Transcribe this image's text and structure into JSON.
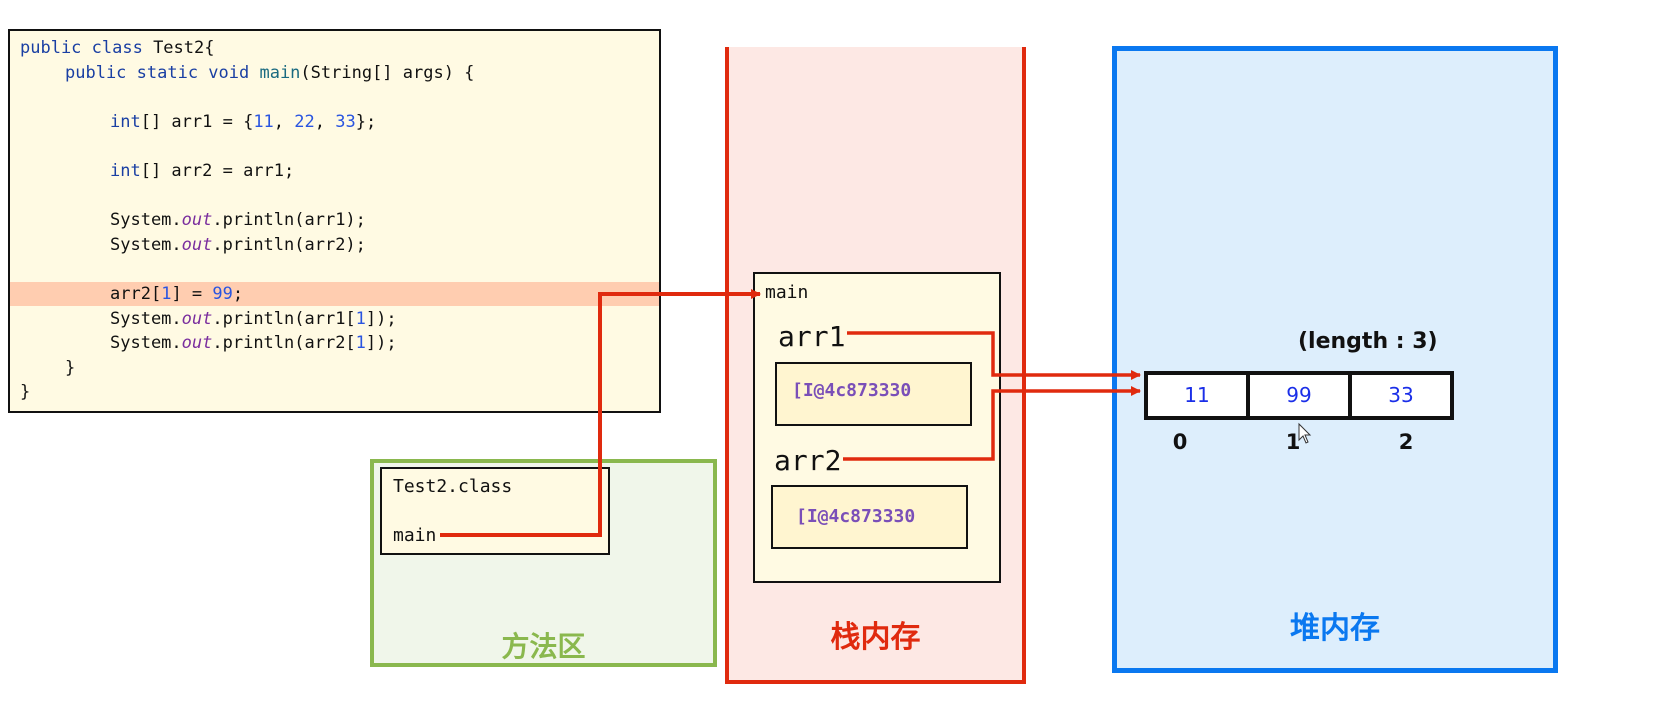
{
  "code": {
    "lines": [
      {
        "indent": 0,
        "tokens": [
          [
            "kw",
            "public class "
          ],
          [
            "",
            "Test2{"
          ]
        ]
      },
      {
        "indent": 1,
        "tokens": [
          [
            "kw",
            "public static void "
          ],
          [
            "fn",
            "main"
          ],
          [
            "",
            "(String[] args) {"
          ]
        ]
      },
      {
        "indent": 0,
        "tokens": []
      },
      {
        "indent": 2,
        "tokens": [
          [
            "kw",
            "int"
          ],
          [
            "",
            "[] arr1 = {"
          ],
          [
            "num",
            "11"
          ],
          [
            "",
            ", "
          ],
          [
            "num",
            "22"
          ],
          [
            "",
            ", "
          ],
          [
            "num",
            "33"
          ],
          [
            "",
            "};"
          ]
        ]
      },
      {
        "indent": 0,
        "tokens": []
      },
      {
        "indent": 2,
        "tokens": [
          [
            "kw",
            "int"
          ],
          [
            "",
            "[] arr2 = arr1;"
          ]
        ]
      },
      {
        "indent": 0,
        "tokens": []
      },
      {
        "indent": 2,
        "tokens": [
          [
            "",
            "System."
          ],
          [
            "fld",
            "out"
          ],
          [
            "",
            ".println(arr1);"
          ]
        ]
      },
      {
        "indent": 2,
        "tokens": [
          [
            "",
            "System."
          ],
          [
            "fld",
            "out"
          ],
          [
            "",
            ".println(arr2);"
          ]
        ]
      },
      {
        "indent": 0,
        "tokens": []
      },
      {
        "indent": 2,
        "highlight": true,
        "tokens": [
          [
            "",
            "arr2["
          ],
          [
            "num",
            "1"
          ],
          [
            "",
            "] = "
          ],
          [
            "num",
            "99"
          ],
          [
            "",
            ";"
          ]
        ]
      },
      {
        "indent": 2,
        "tokens": [
          [
            "",
            "System."
          ],
          [
            "fld",
            "out"
          ],
          [
            "",
            ".println(arr1["
          ],
          [
            "num",
            "1"
          ],
          [
            "",
            "]);"
          ]
        ]
      },
      {
        "indent": 2,
        "tokens": [
          [
            "",
            "System."
          ],
          [
            "fld",
            "out"
          ],
          [
            "",
            ".println(arr2["
          ],
          [
            "num",
            "1"
          ],
          [
            "",
            "]);"
          ]
        ]
      },
      {
        "indent": 1,
        "tokens": [
          [
            "",
            "}"
          ]
        ]
      },
      {
        "indent": 0,
        "tokens": [
          [
            "",
            "}"
          ]
        ]
      }
    ]
  },
  "method_area": {
    "label": "方法区",
    "class_name": "Test2.class",
    "method": "main"
  },
  "stack": {
    "label": "栈内存",
    "frame_name": "main",
    "vars": [
      {
        "name": "arr1",
        "value": "[I@4c873330"
      },
      {
        "name": "arr2",
        "value": "[I@4c873330"
      }
    ]
  },
  "heap": {
    "label": "堆内存",
    "length_label": "(length : 3)",
    "cells": [
      "11",
      "99",
      "33"
    ],
    "indices": [
      "0",
      "1",
      "2"
    ]
  },
  "colors": {
    "stack": "#e02a0e",
    "heap": "#0a78f0",
    "method_area": "#8ab84e",
    "arrow": "#e02a0e"
  }
}
